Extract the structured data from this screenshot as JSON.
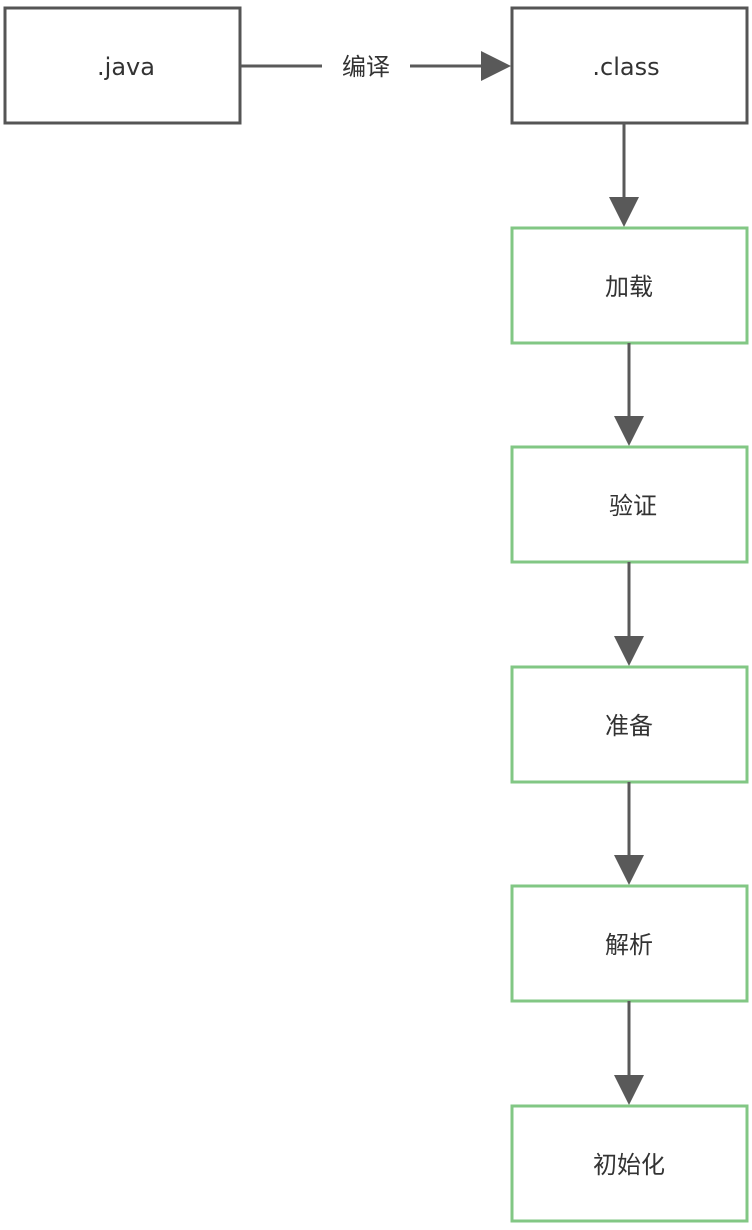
{
  "colors": {
    "file_border": "#555555",
    "step_border": "#82c784",
    "arrow": "#595959",
    "text": "#333333"
  },
  "nodes": {
    "java": ".java",
    "class": ".class",
    "load": "加载",
    "verify": "验证",
    "prepare": "准备",
    "resolve": "解析",
    "init": "初始化"
  },
  "edges": {
    "compile": "编译"
  }
}
